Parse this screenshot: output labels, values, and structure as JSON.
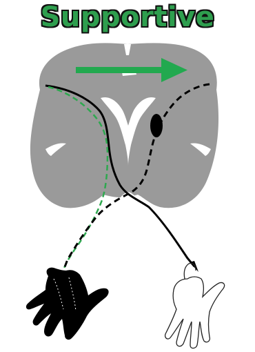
{
  "title": "Supportive",
  "colors": {
    "title_fill": "#2e9e4e",
    "arrow": "#22a94f",
    "brain": "#9a9a9a",
    "ventricles": "#ffffff",
    "pathway_solid": "#000000",
    "pathway_dashed_black": "#000000",
    "pathway_dashed_green": "#2ea84f",
    "lesion": "#000000"
  },
  "elements": {
    "brain": "coronal-brain-section",
    "arrow": "right-arrow-icon",
    "lesion": "lesion-spot",
    "left_hand": "filled-hand-icon",
    "right_hand": "outline-hand-icon"
  }
}
